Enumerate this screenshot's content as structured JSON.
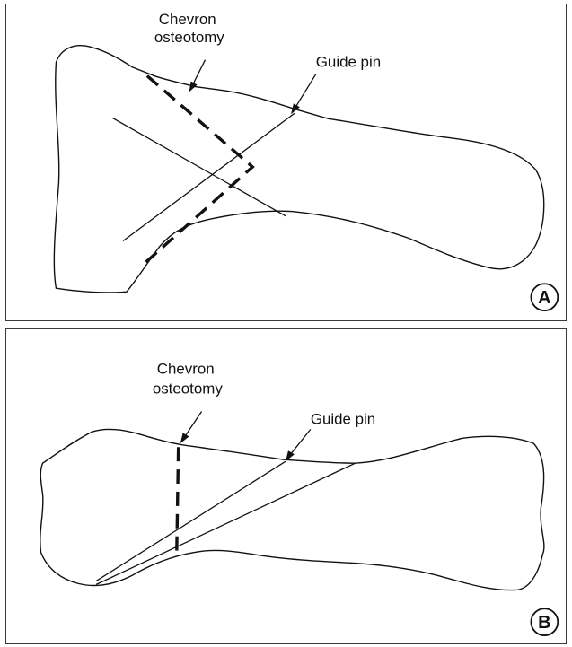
{
  "panels": [
    {
      "id": "A",
      "badge": "A",
      "osteotomy_label_line1": "Chevron",
      "osteotomy_label_line2": "osteotomy",
      "guide_pin_label": "Guide pin"
    },
    {
      "id": "B",
      "badge": "B",
      "osteotomy_label_line1": "Chevron",
      "osteotomy_label_line2": "osteotomy",
      "guide_pin_label": "Guide pin"
    }
  ],
  "colors": {
    "stroke": "#111111",
    "border": "#3a3a3a",
    "background": "#ffffff"
  }
}
